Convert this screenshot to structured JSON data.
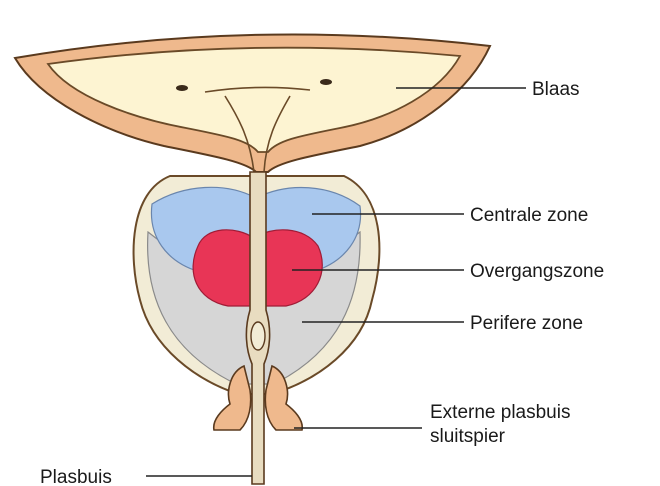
{
  "labels": {
    "bladder": "Blaas",
    "central_zone": "Centrale zone",
    "transition_zone": "Overgangszone",
    "peripheral_zone": "Perifere zone",
    "external_sphincter_line1": "Externe plasbuis",
    "external_sphincter_line2": "sluitspier",
    "urethra": "Plasbuis"
  },
  "colors": {
    "bladder_wall": "#efb98d",
    "bladder_lumen": "#fdf4d2",
    "central_zone": "#a9c8ee",
    "transition_zone": "#e83556",
    "peripheral_zone": "#d6d6d6",
    "capsule": "#f2ecd6",
    "sphincter": "#efb98d",
    "urethra": "#e8dcc0"
  }
}
